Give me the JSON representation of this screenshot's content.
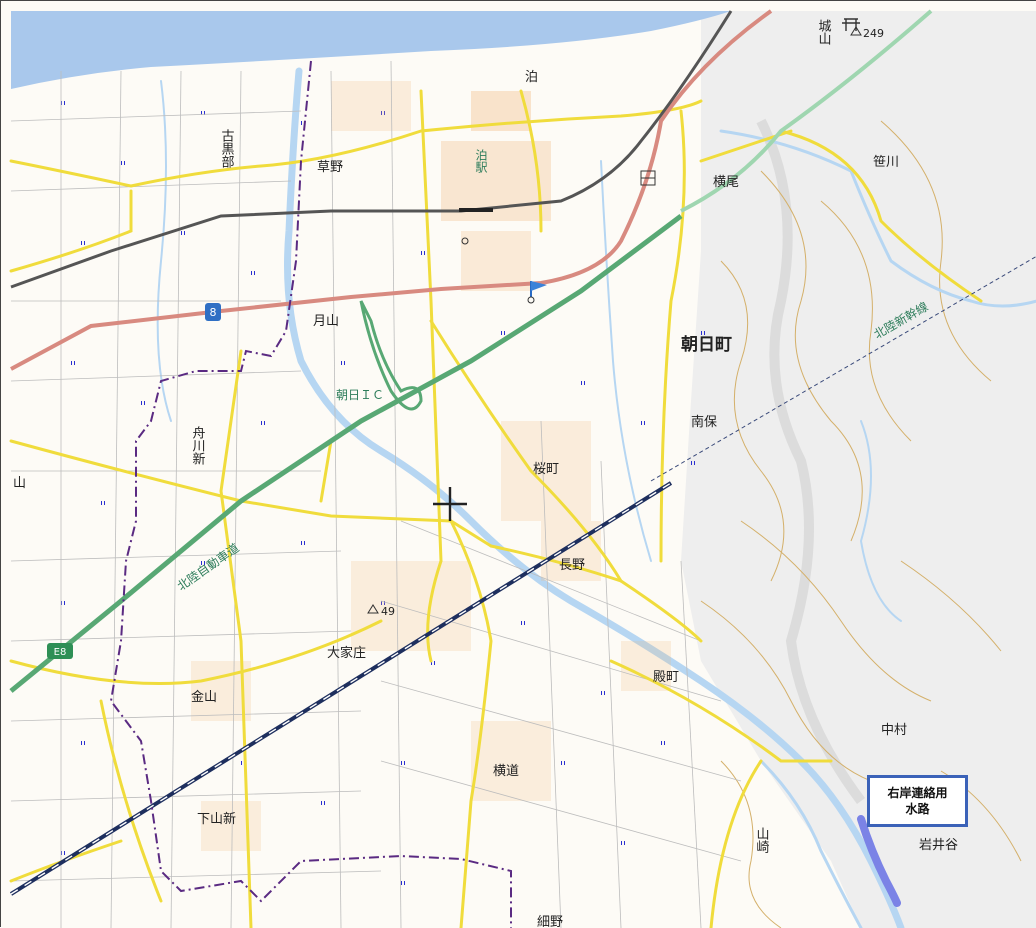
{
  "labels": {
    "town": "朝日町",
    "furukurobe": "古黒部",
    "kusano": "草野",
    "tomari": "泊",
    "tomari_station": "泊駅",
    "yokoo": "横尾",
    "sasakawa": "笹川",
    "joyama": "城山",
    "elev_249": "249",
    "tsukiyama": "月山",
    "asahi_ic": "朝日ＩＣ",
    "hokuriku_shinkansen": "北陸新幹線",
    "minamiho": "南保",
    "funakawashin": "舟川新",
    "sakuramachi": "桜町",
    "hokuriku_expressway": "北陸自動車道",
    "yama_left": "山",
    "nagano": "長野",
    "elev_49": "49",
    "oyasho": "大家庄",
    "kanayama": "金山",
    "tonomachi": "殿町",
    "nakamura": "中村",
    "yokomichi": "横道",
    "shimoyamashin": "下山新",
    "yamazaki": "山崎",
    "iwaidani": "岩井谷",
    "hosono": "細野",
    "route_8": "8",
    "route_e8": "E8"
  },
  "legend": {
    "line1": "右岸連絡用",
    "line2": "水路"
  },
  "colors": {
    "sea": "#a9c8ec",
    "river": "#b6d6f2",
    "road_yellow": "#f0dc3c",
    "road_national": "#d88a80",
    "expressway": "#58a874",
    "shinkansen": "#9fd6b0",
    "railway": "#555555",
    "jr_line": "#1e2f5e",
    "boundary": "#5a2a82",
    "highlight_channel": "#7b83e6",
    "legend_border": "#3b62b8"
  },
  "icons": {
    "shrine": "shrine-icon",
    "post_office": "post-office-icon",
    "flag": "flag-icon",
    "center_cross": "crosshair-icon"
  }
}
